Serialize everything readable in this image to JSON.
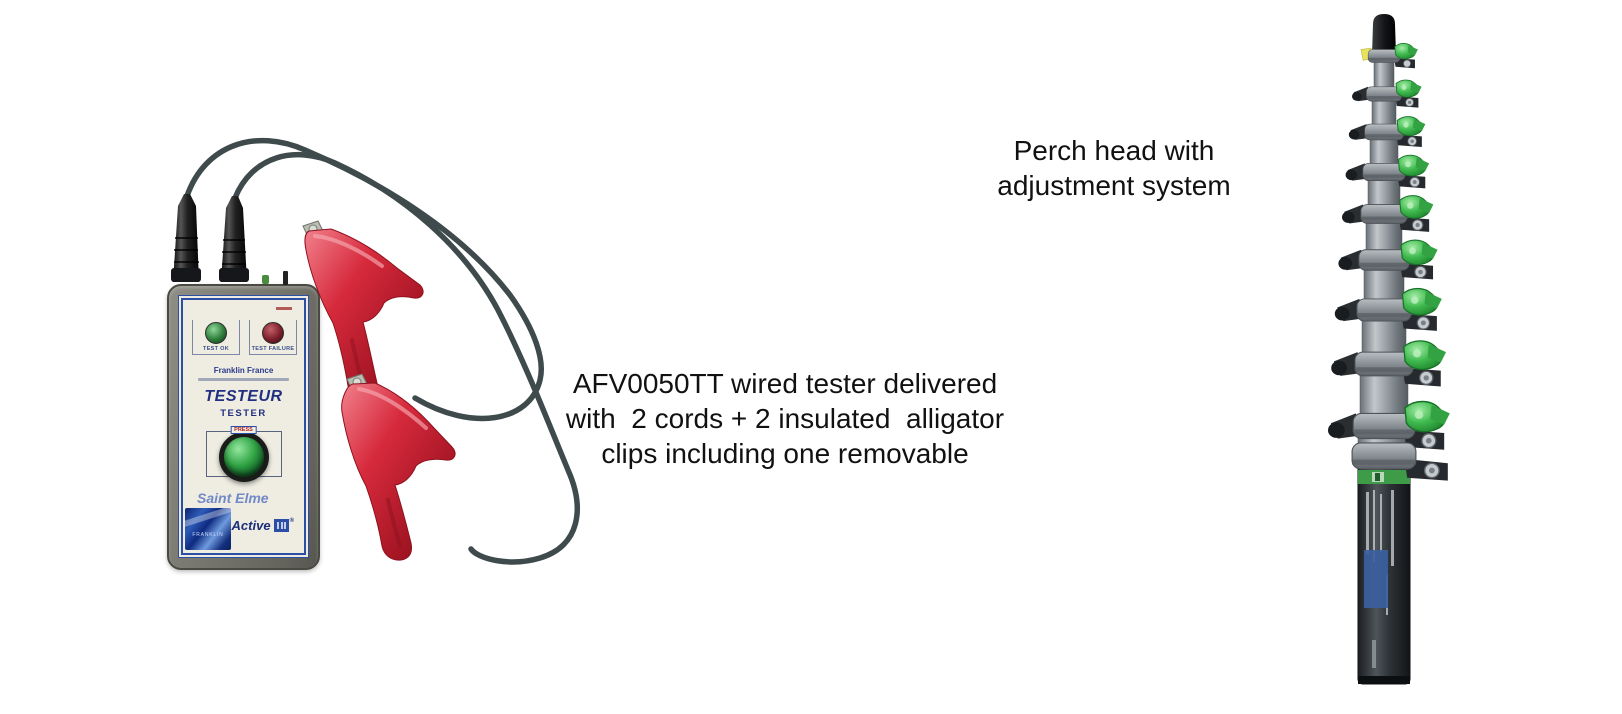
{
  "page": {
    "background_color": "#ffffff"
  },
  "captions": {
    "tester_lines": [
      "AFV0050TT wired tester delivered",
      "with  2 cords + 2 insulated  alligator",
      "clips including one removable"
    ],
    "perch_lines": [
      "Perch head with",
      "adjustment system"
    ]
  },
  "tester_device": {
    "indicator_ok_label": "TEST OK",
    "indicator_fail_label": "TEST FAILURE",
    "brand_name": "Franklin France",
    "title_primary": "TESTEUR",
    "title_secondary": "TESTER",
    "button_label": "PRESS",
    "product_name": "Saint Elme",
    "logo_text": "Active",
    "logo_reg_mark": "®",
    "sticker_text": "FRANKLIN"
  },
  "colors": {
    "clip_red": "#cc2433",
    "cable_gray": "#3e4a4b",
    "device_navy": "#202f80",
    "face_blue_border": "#2b4ea6",
    "pole_green": "#3fae4e",
    "pole_gray": "#9aa0a6",
    "led_green": "#2f9e42",
    "led_red": "#7c1f2a",
    "saint_elme_blue": "#7289c7"
  }
}
